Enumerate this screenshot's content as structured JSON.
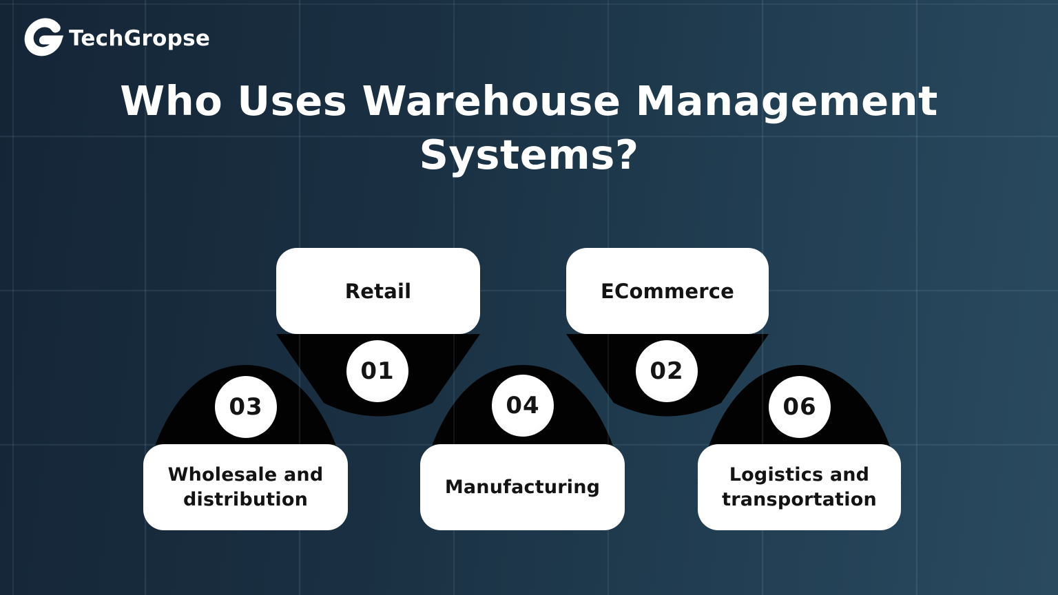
{
  "brand": {
    "name": "TechGropse"
  },
  "title": {
    "line1": "Who Uses Warehouse Management",
    "line2": "Systems?"
  },
  "cards": [
    {
      "number": "01",
      "label": "Retail"
    },
    {
      "number": "02",
      "label": "ECommerce"
    },
    {
      "number": "03",
      "label": "Wholesale and distribution"
    },
    {
      "number": "04",
      "label": "Manufacturing"
    },
    {
      "number": "06",
      "label": "Logistics and transportation"
    }
  ],
  "colors": {
    "background_left": "#142536",
    "background_right": "#2a4a60",
    "shape_black": "#020202",
    "card_white": "#ffffff",
    "text_dark": "#131313",
    "text_light": "#ffffff",
    "grid_line": "rgba(152,186,210,0.13)"
  }
}
